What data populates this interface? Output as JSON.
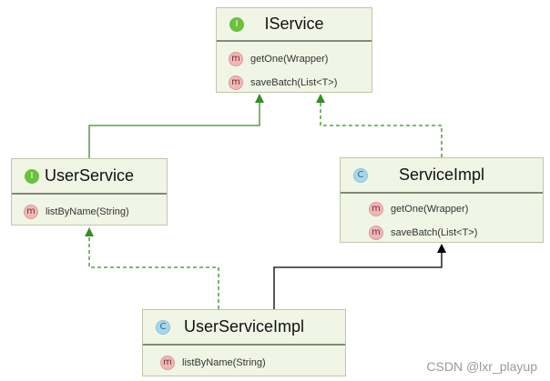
{
  "diagram": {
    "nodes": [
      {
        "id": "iservice",
        "kind": "interface",
        "icon": "I",
        "title": "IService",
        "methods": [
          "getOne(Wrapper)",
          "saveBatch(List<T>)"
        ]
      },
      {
        "id": "userservice",
        "kind": "interface",
        "icon": "I",
        "title": "UserService",
        "methods": [
          "listByName(String)"
        ]
      },
      {
        "id": "serviceimpl",
        "kind": "class",
        "icon": "C",
        "title": "ServiceImpl",
        "methods": [
          "getOne(Wrapper)",
          "saveBatch(List<T>)"
        ]
      },
      {
        "id": "userserviceimpl",
        "kind": "class",
        "icon": "C",
        "title": "UserServiceImpl",
        "methods": [
          "listByName(String)"
        ]
      }
    ],
    "method_icon": "m",
    "edges": [
      {
        "from": "userservice",
        "to": "iservice",
        "type": "extends"
      },
      {
        "from": "serviceimpl",
        "to": "iservice",
        "type": "implements"
      },
      {
        "from": "userserviceimpl",
        "to": "userservice",
        "type": "implements"
      },
      {
        "from": "userserviceimpl",
        "to": "serviceimpl",
        "type": "extends"
      }
    ],
    "colors": {
      "extends_interface": "#3a8a2a",
      "implements": "#3a8a2a",
      "extends_class": "#000000",
      "node_fill": "#f1f5e6"
    }
  },
  "watermark": "CSDN @lxr_playup"
}
